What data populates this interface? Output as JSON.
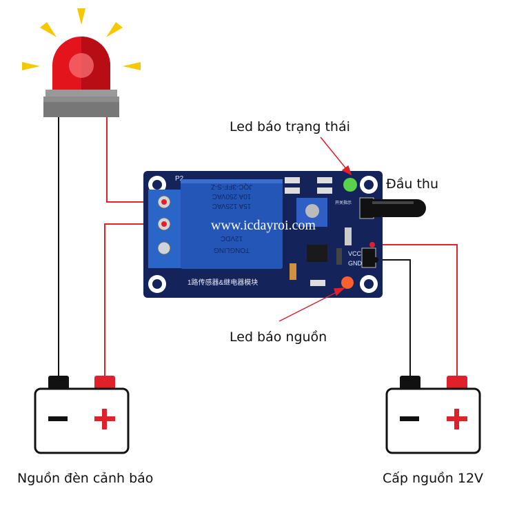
{
  "labels": {
    "status_led": "Led báo trạng thái",
    "receiver": "Đầu thu",
    "power_led": "Led báo nguồn",
    "alarm_power": "Nguồn đèn cảnh báo",
    "supply_12v": "Cấp nguồn 12V"
  },
  "board": {
    "connector": "P2",
    "relay_model": "JQC-3FF-S-Z",
    "relay_rating_1": "10A 250VAC",
    "relay_rating_2": "15A 125VAC",
    "relay_coil": "12VDC",
    "relay_brand": "TONGLING",
    "vcc": "VCC",
    "gnd": "GND",
    "module_name": "1路传感器&继电器模块",
    "status_led_silk": "开关指示",
    "watermark": "www.icdayroi.com"
  },
  "colors": {
    "wire_red": "#e0202a",
    "wire_black": "#111111",
    "pcb": "#14245a",
    "relay": "#2456b8",
    "siren": "#e3141c",
    "rays": "#f5c800"
  }
}
